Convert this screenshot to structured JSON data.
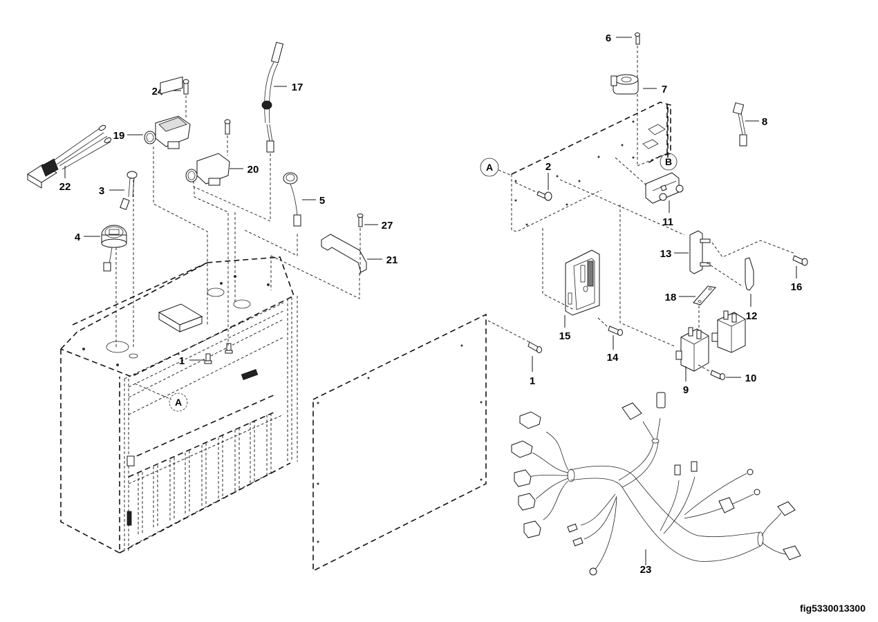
{
  "figure": {
    "id": "fig5330013300",
    "type": "exploded parts diagram"
  },
  "callouts": {
    "c1a": "1",
    "c1b": "1",
    "c2": "2",
    "c3": "3",
    "c4": "4",
    "c5": "5",
    "c6": "6",
    "c7": "7",
    "c8": "8",
    "c9": "9",
    "c10": "10",
    "c11": "11",
    "c12": "12",
    "c13": "13",
    "c14": "14",
    "c15": "15",
    "c16": "16",
    "c17": "17",
    "c18": "18",
    "c19": "19",
    "c20": "20",
    "c21": "21",
    "c22": "22",
    "c23": "23",
    "c24": "24",
    "c27": "27"
  },
  "detail_markers": {
    "a_box": "A",
    "a_plate": "A",
    "b_plate": "B"
  },
  "parts": [
    {
      "callout": "1",
      "name": "screw"
    },
    {
      "callout": "2",
      "name": "bolt"
    },
    {
      "callout": "3",
      "name": "indicator lamp with lead"
    },
    {
      "callout": "4",
      "name": "gauge with connector"
    },
    {
      "callout": "5",
      "name": "sensor with lead"
    },
    {
      "callout": "6",
      "name": "screw"
    },
    {
      "callout": "7",
      "name": "current sensor"
    },
    {
      "callout": "8",
      "name": "jumper lead"
    },
    {
      "callout": "9",
      "name": "contactor"
    },
    {
      "callout": "10",
      "name": "screw"
    },
    {
      "callout": "11",
      "name": "terminal block"
    },
    {
      "callout": "12",
      "name": "fuse"
    },
    {
      "callout": "13",
      "name": "fuse holder"
    },
    {
      "callout": "14",
      "name": "screw"
    },
    {
      "callout": "15",
      "name": "controller module"
    },
    {
      "callout": "16",
      "name": "screw"
    },
    {
      "callout": "17",
      "name": "cable with grommet"
    },
    {
      "callout": "18",
      "name": "bus bar link"
    },
    {
      "callout": "19",
      "name": "switch module"
    },
    {
      "callout": "20",
      "name": "switch module"
    },
    {
      "callout": "21",
      "name": "handle"
    },
    {
      "callout": "22",
      "name": "battery cable with connector"
    },
    {
      "callout": "23",
      "name": "wiring harness"
    },
    {
      "callout": "24",
      "name": "screw"
    },
    {
      "callout": "27",
      "name": "screw"
    }
  ]
}
